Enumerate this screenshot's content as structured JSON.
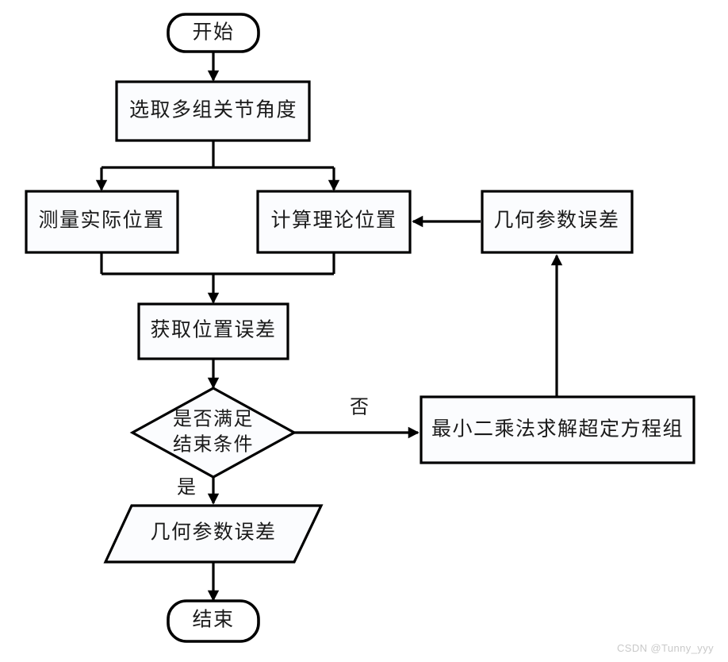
{
  "diagram": {
    "type": "flowchart",
    "orientation": "top-to-bottom",
    "background_color": "#ffffff",
    "stroke_color": "#000000",
    "shape_fill_color": "#fbfcfe",
    "text_color": "#1a1a1a",
    "nodes": [
      {
        "id": "start",
        "shape": "stadium",
        "label": "开始"
      },
      {
        "id": "select",
        "shape": "rectangle",
        "label": "选取多组关节角度"
      },
      {
        "id": "measure",
        "shape": "rectangle",
        "label": "测量实际位置"
      },
      {
        "id": "compute",
        "shape": "rectangle",
        "label": "计算理论位置"
      },
      {
        "id": "geoerr",
        "shape": "rectangle",
        "label": "几何参数误差"
      },
      {
        "id": "poserr",
        "shape": "rectangle",
        "label": "获取位置误差"
      },
      {
        "id": "decide",
        "shape": "diamond",
        "label_line1": "是否满足",
        "label_line2": "结束条件"
      },
      {
        "id": "lsq",
        "shape": "rectangle",
        "label": "最小二乘法求解超定方程组"
      },
      {
        "id": "output",
        "shape": "parallelogram",
        "label": "几何参数误差"
      },
      {
        "id": "end",
        "shape": "stadium",
        "label": "结束"
      }
    ],
    "edges": [
      {
        "from": "start",
        "to": "select",
        "label": ""
      },
      {
        "from": "select",
        "to": "measure",
        "label": ""
      },
      {
        "from": "select",
        "to": "compute",
        "label": ""
      },
      {
        "from": "measure",
        "to": "poserr",
        "label": ""
      },
      {
        "from": "compute",
        "to": "poserr",
        "label": ""
      },
      {
        "from": "geoerr",
        "to": "compute",
        "label": ""
      },
      {
        "from": "poserr",
        "to": "decide",
        "label": ""
      },
      {
        "from": "decide",
        "to": "lsq",
        "label": "否"
      },
      {
        "from": "decide",
        "to": "output",
        "label": "是"
      },
      {
        "from": "lsq",
        "to": "geoerr",
        "label": ""
      },
      {
        "from": "output",
        "to": "end",
        "label": ""
      }
    ],
    "edge_labels": {
      "no": "否",
      "yes": "是"
    }
  },
  "watermark": {
    "text": "CSDN @Tunny_yyy"
  }
}
